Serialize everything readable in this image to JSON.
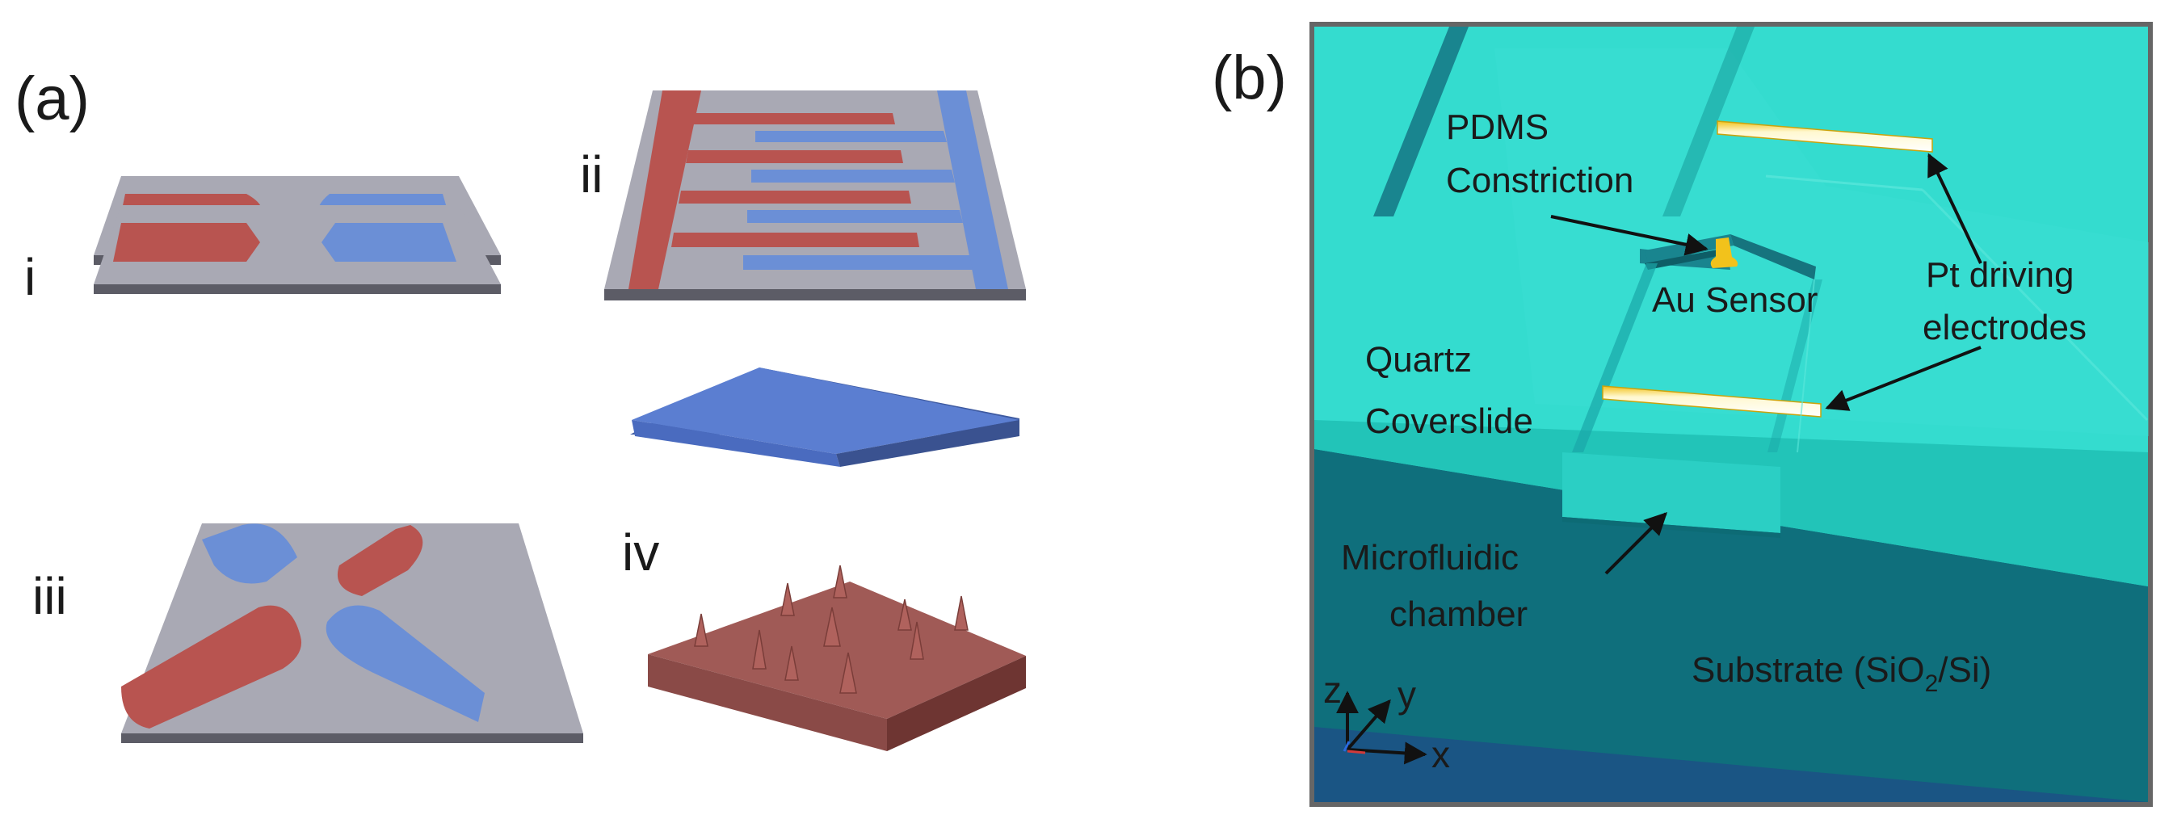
{
  "panel_a": {
    "label": "(a)",
    "subpanels": {
      "i": "i",
      "ii": "ii",
      "iii": "iii",
      "iv": "iv"
    }
  },
  "panel_b": {
    "label": "(b)",
    "callouts": {
      "pdms_line1": "PDMS",
      "pdms_line2": "Constriction",
      "au_sensor": "Au Sensor",
      "pt_line1": "Pt driving",
      "pt_line2": "electrodes",
      "quartz_line1": "Quartz",
      "quartz_line2": "Coverslide",
      "micro_line1": "Microfluidic",
      "micro_line2": "chamber",
      "substrate_prefix": "Substrate (SiO",
      "substrate_sub": "2",
      "substrate_suffix": "/Si)"
    },
    "axes": {
      "z": "z",
      "y": "y",
      "x": "x"
    }
  },
  "colors": {
    "electrode_red": "#b85450",
    "electrode_blue": "#6b8fd6",
    "plate_gray": "#a9a9b4",
    "quartz_cyan": "#2fd6c9",
    "substrate_teal": "#0f6f7c",
    "gold": "#f2c21b"
  }
}
